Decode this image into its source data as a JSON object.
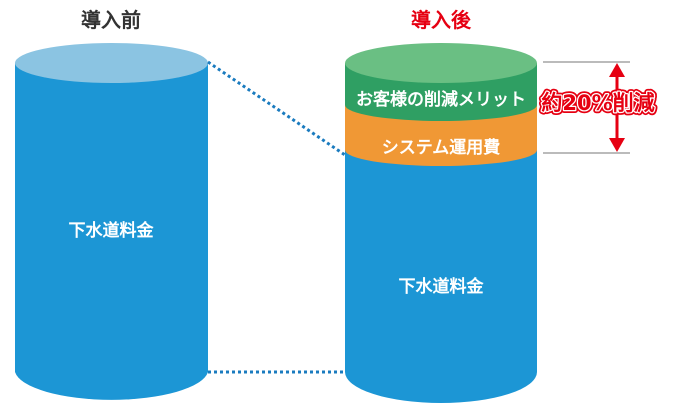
{
  "before": {
    "title": "導入前",
    "segments": [
      {
        "label": "下水道料金",
        "color": "#1c96d5"
      }
    ],
    "top_color": "#8bc4e2"
  },
  "after": {
    "title": "導入後",
    "title_color": "#e60012",
    "segments": [
      {
        "label": "お客様の削減メリット",
        "color": "#2f9f63"
      },
      {
        "label": "システム運用費",
        "color": "#f09835"
      },
      {
        "label": "下水道料金",
        "color": "#1c96d5"
      }
    ],
    "top_color": "#6abf83"
  },
  "reduction": {
    "label": "約20%削減",
    "color": "#e60012"
  },
  "colors": {
    "dotted_line": "#1a7bbf",
    "bracket_line": "#777777",
    "before_title": "#333333"
  }
}
